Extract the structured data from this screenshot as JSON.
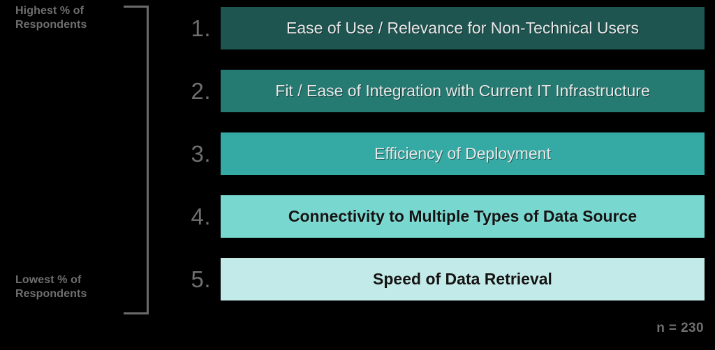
{
  "background_color": "#000000",
  "axis": {
    "top_caption": "Highest % of Respondents",
    "top_caption_line1": "Highest  % of",
    "top_caption_line2": "Respondents",
    "bottom_caption": "Lowest % of Respondents",
    "bottom_caption_line1": "Lowest % of",
    "bottom_caption_line2": "Respondents",
    "caption_color": "#6f6f6f",
    "bracket_color": "#6b6b6b"
  },
  "footnote": {
    "text": "n = 230",
    "color": "#6f6f6f"
  },
  "chart_data": {
    "type": "bar",
    "orientation": "horizontal",
    "title": "",
    "subtitle": "",
    "xlabel": "",
    "ylabel": "",
    "grid": false,
    "legend": "none",
    "annotations": [
      "Highest % of Respondents",
      "Lowest % of Respondents",
      "n = 230"
    ],
    "sample_size": 230,
    "note": "Ranked list; bar lengths are uniform and encode rank order only, not magnitude. Shade lightens as rank descends.",
    "categories": [
      "Ease of Use / Relevance for Non-Technical Users",
      "Fit / Ease of Integration with Current IT Infrastructure",
      "Efficiency of Deployment",
      "Connectivity to Multiple Types of Data Source",
      "Speed of Data Retrieval"
    ],
    "values": [
      1,
      2,
      3,
      4,
      5
    ],
    "value_meaning": "rank (1 = highest % of respondents, 5 = lowest % of respondents)",
    "colors": [
      "#1e5550",
      "#257a72",
      "#35aaa4",
      "#78d8d0",
      "#c2eae8"
    ]
  },
  "rows": [
    {
      "rank": "1.",
      "label": "Ease of Use / Relevance for Non-Technical Users",
      "color": "#1e5550",
      "text_variant": "light"
    },
    {
      "rank": "2.",
      "label": "Fit / Ease of Integration with Current IT Infrastructure",
      "color": "#257a72",
      "text_variant": "light"
    },
    {
      "rank": "3.",
      "label": "Efficiency of Deployment",
      "color": "#35aaa4",
      "text_variant": "light"
    },
    {
      "rank": "4.",
      "label": "Connectivity to Multiple Types of Data Source",
      "color": "#78d8d0",
      "text_variant": "dark"
    },
    {
      "rank": "5.",
      "label": "Speed of Data Retrieval",
      "color": "#c2eae8",
      "text_variant": "dark"
    }
  ]
}
